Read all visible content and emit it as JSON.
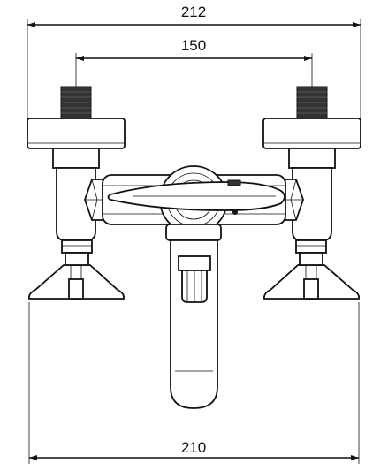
{
  "dimensions": {
    "overall_top": "212",
    "inlet_spacing": "150",
    "overall_bottom": "210"
  },
  "colors": {
    "line": "#111111",
    "thread": "#333333",
    "background": "#ffffff"
  }
}
